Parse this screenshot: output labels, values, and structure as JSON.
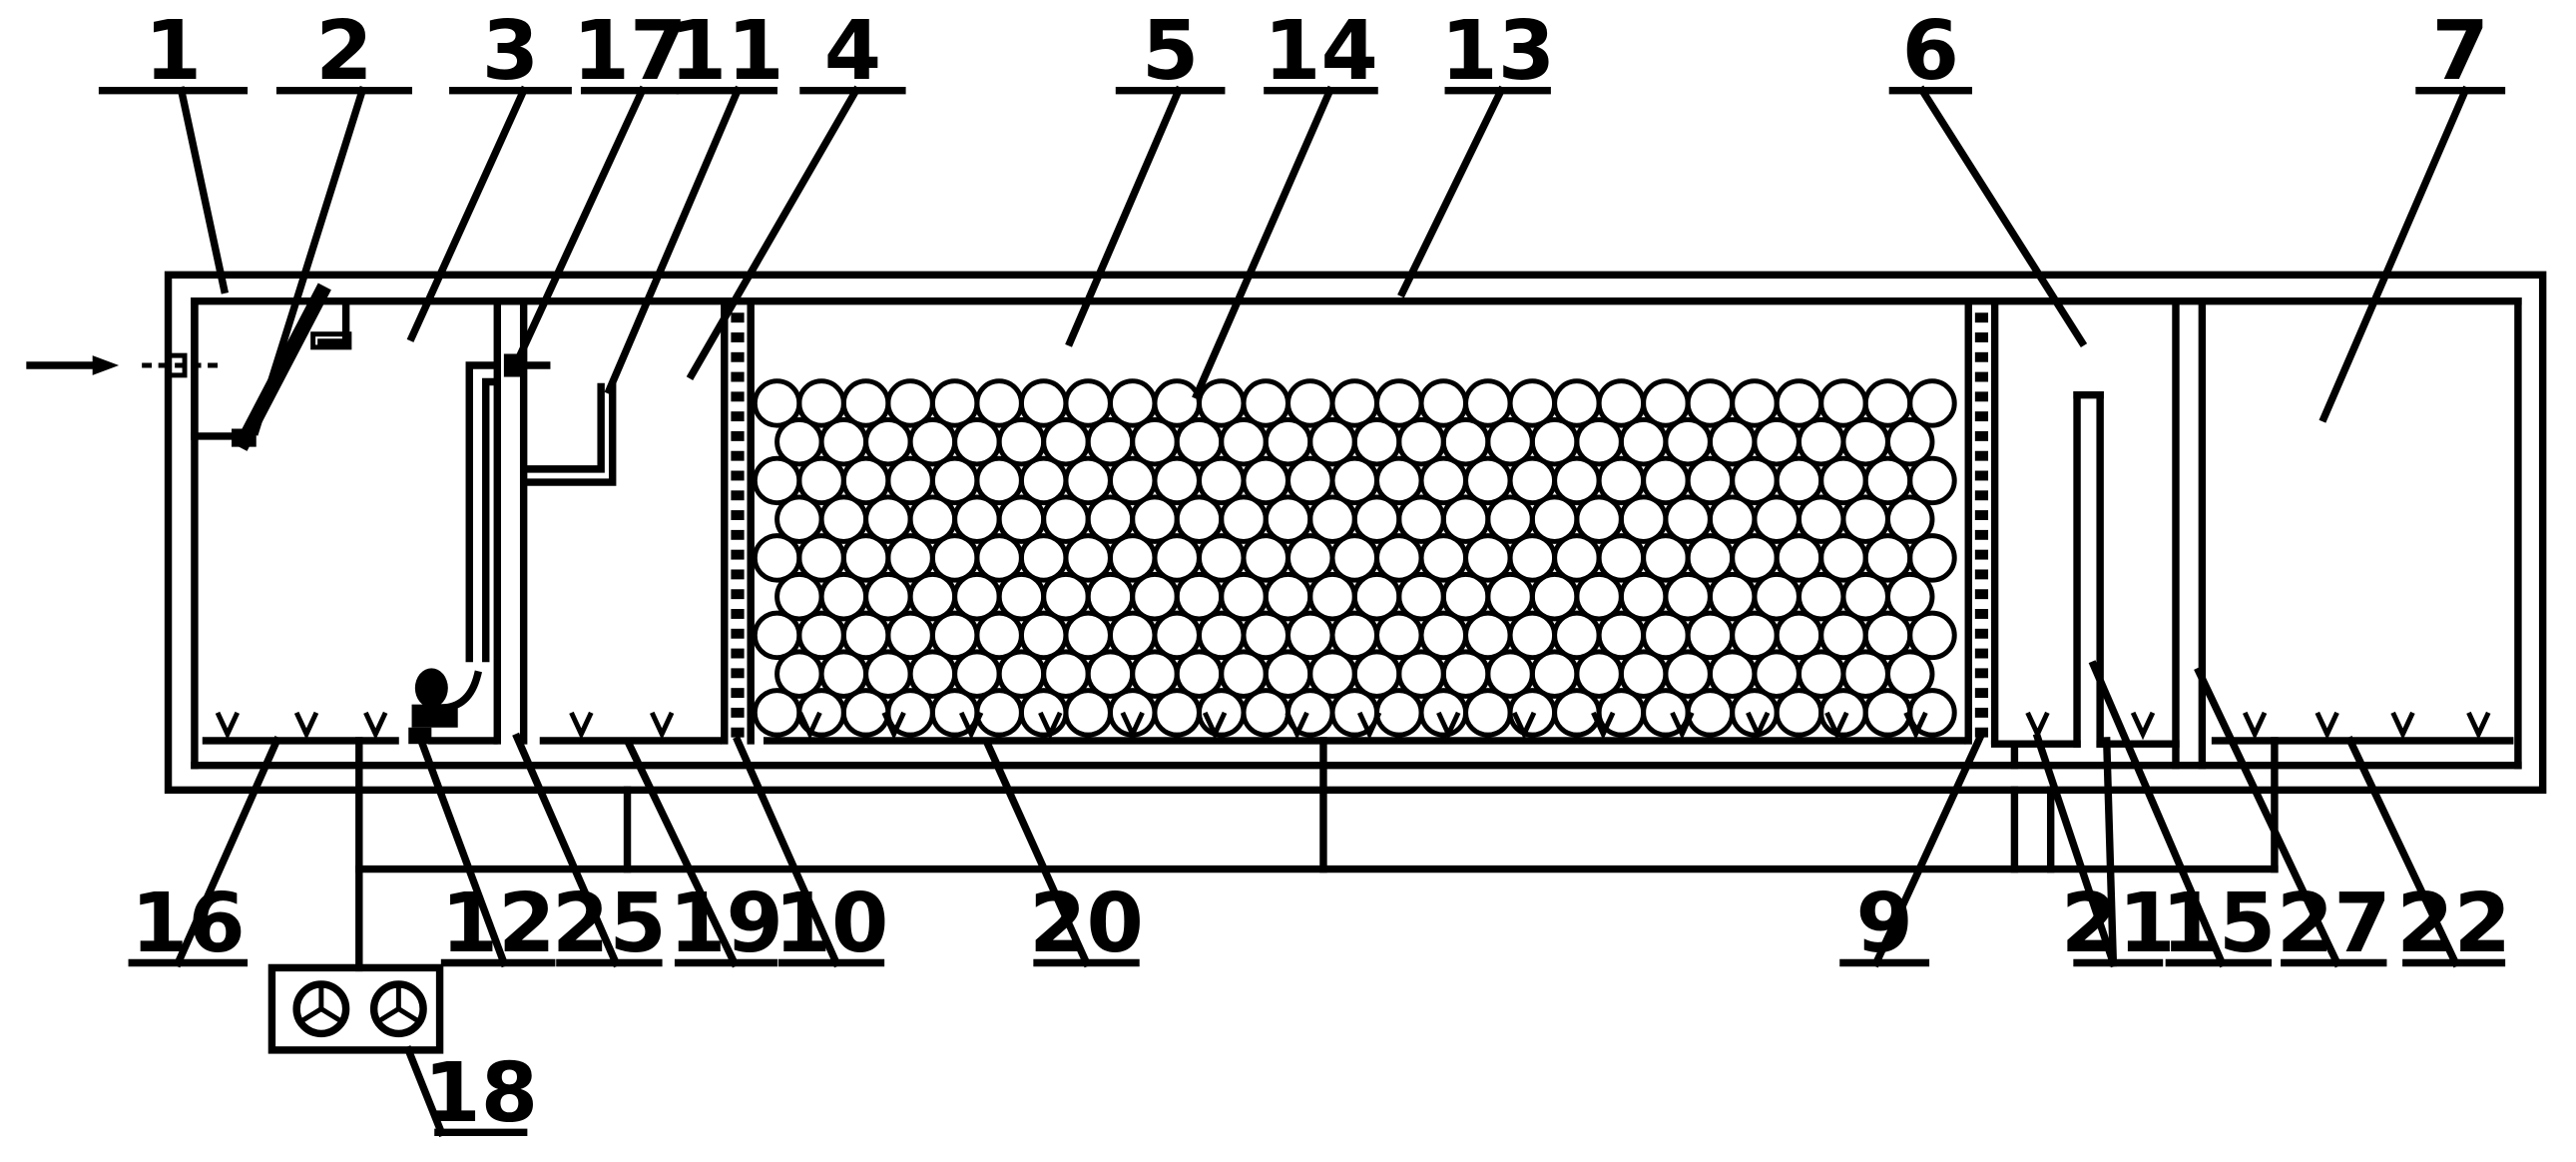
{
  "labels": {
    "top": [
      "1",
      "2",
      "3",
      "17",
      "11",
      "4",
      "5",
      "14",
      "13",
      "6",
      "7"
    ],
    "bottom": [
      "16",
      "12",
      "25",
      "19",
      "10",
      "20",
      "9",
      "21",
      "15",
      "27",
      "22"
    ],
    "blower": "18"
  }
}
